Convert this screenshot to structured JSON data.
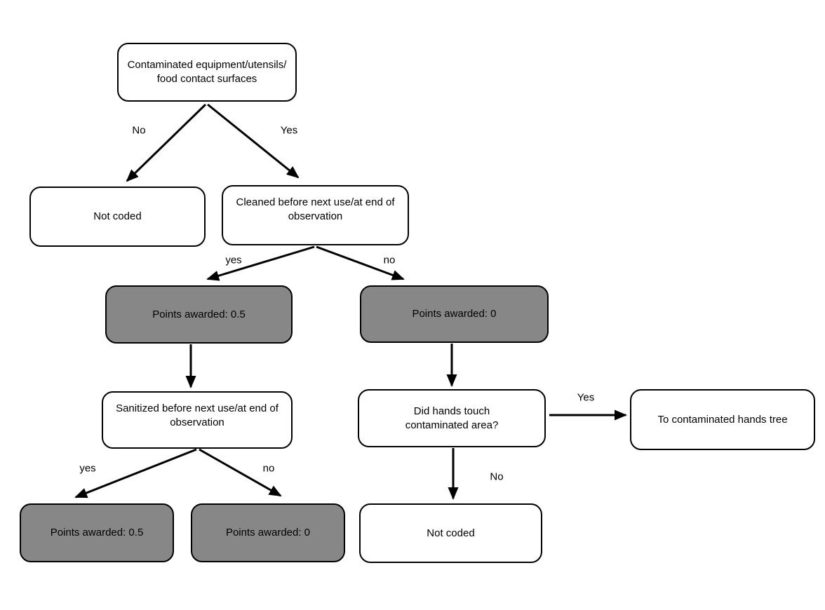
{
  "nodes": {
    "root": {
      "label": "Contaminated equipment/utensils/\nfood contact surfaces"
    },
    "not_coded_1": {
      "label": "Not coded"
    },
    "cleaned": {
      "label": "Cleaned before next use/at end of\nobservation"
    },
    "points_05_a": {
      "label": "Points awarded: 0.5"
    },
    "points_0_a": {
      "label": "Points awarded: 0"
    },
    "sanitized": {
      "label": "Sanitized before next use/at end of\nobservation"
    },
    "hands": {
      "label": "Did hands touch\ncontaminated area?"
    },
    "hands_tree": {
      "label": "To contaminated hands tree"
    },
    "points_05_b": {
      "label": "Points awarded: 0.5"
    },
    "points_0_b": {
      "label": "Points awarded: 0"
    },
    "not_coded_2": {
      "label": "Not coded"
    }
  },
  "edge_labels": {
    "root_no": "No",
    "root_yes": "Yes",
    "cleaned_yes": "yes",
    "cleaned_no": "no",
    "sanitized_yes": "yes",
    "sanitized_no": "no",
    "hands_yes": "Yes",
    "hands_no": "No"
  },
  "colors": {
    "node_fill": "#ffffff",
    "shaded_node_fill": "#878787",
    "line": "#000000",
    "background": "#ffffff"
  }
}
